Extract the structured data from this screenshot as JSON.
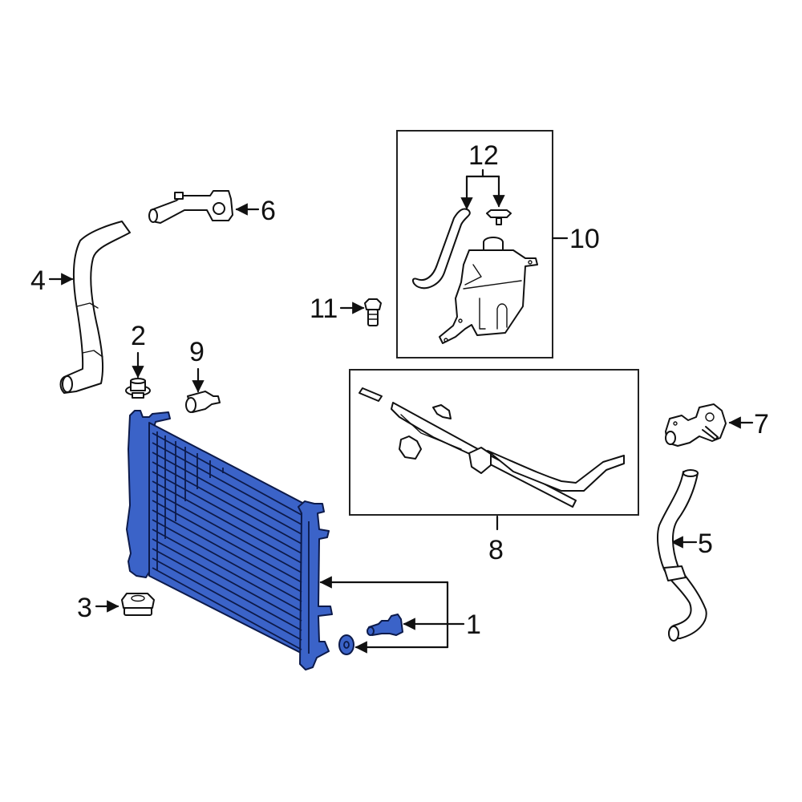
{
  "diagram": {
    "title": "Radiator & cooling components exploded parts diagram",
    "highlight_color": "#3b63c8",
    "highlight_outline": "#0c1a4a",
    "line_color": "#111111",
    "background": "#ffffff"
  },
  "callouts": [
    {
      "number": "1",
      "part": "radiator",
      "highlighted": true
    },
    {
      "number": "2",
      "part": "radiator-cap-or-plug"
    },
    {
      "number": "3",
      "part": "radiator-cap"
    },
    {
      "number": "4",
      "part": "upper-radiator-hose"
    },
    {
      "number": "5",
      "part": "lower-radiator-hose"
    },
    {
      "number": "6",
      "part": "water-outlet"
    },
    {
      "number": "7",
      "part": "water-inlet-housing"
    },
    {
      "number": "8",
      "part": "bypass-pipe-assembly"
    },
    {
      "number": "9",
      "part": "sensor"
    },
    {
      "number": "10",
      "part": "coolant-reservoir-assembly"
    },
    {
      "number": "11",
      "part": "bolt"
    },
    {
      "number": "12",
      "part": "reservoir-hose-and-cap"
    }
  ],
  "labels": {
    "n1": "1",
    "n2": "2",
    "n3": "3",
    "n4": "4",
    "n5": "5",
    "n6": "6",
    "n7": "7",
    "n8": "8",
    "n9": "9",
    "n10": "10",
    "n11": "11",
    "n12": "12"
  }
}
